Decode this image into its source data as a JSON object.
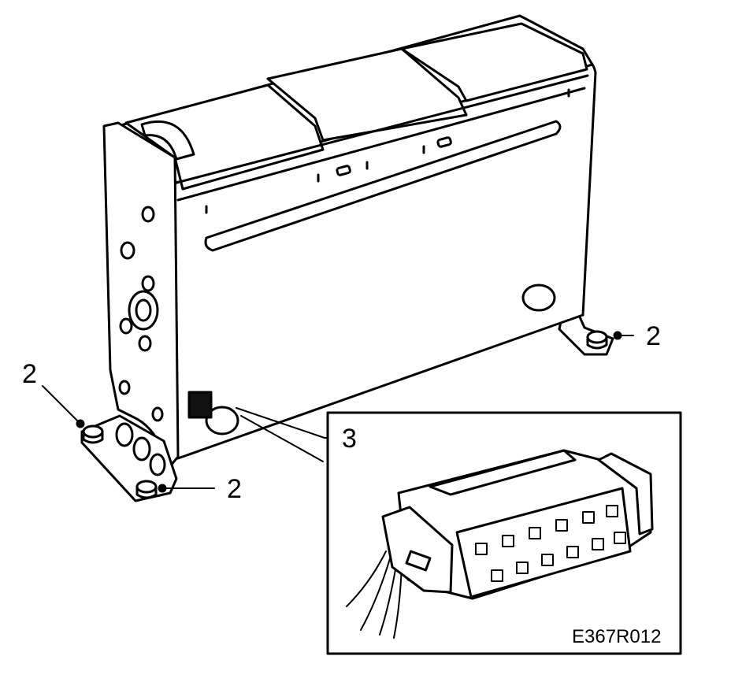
{
  "callouts": {
    "fastener_label": "2",
    "connector_label": "3"
  },
  "drawing_code": "E367R012",
  "colors": {
    "ink": "#000000",
    "paper": "#ffffff",
    "solid_fill": "#111111"
  }
}
